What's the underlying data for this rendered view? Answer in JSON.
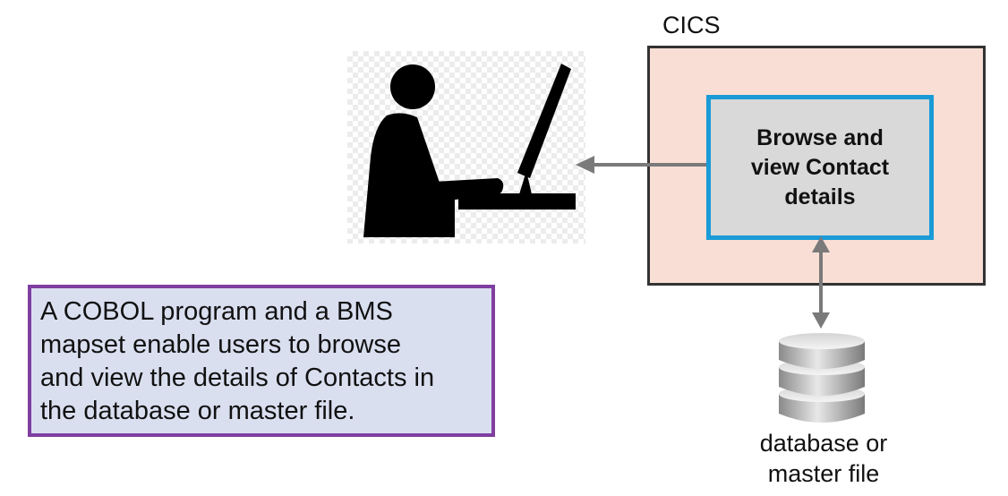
{
  "cics": {
    "label": "CICS"
  },
  "program": {
    "label_lines": [
      "Browse and",
      "view Contact",
      "details"
    ]
  },
  "note": {
    "lines": [
      "A COBOL program and a BMS",
      "mapset enable users to browse",
      "and view the details of Contacts in",
      "the database or master file."
    ]
  },
  "database": {
    "label_lines": [
      "database or",
      "master file"
    ],
    "icon": "database-icon"
  },
  "user": {
    "icon": "user-at-computer-icon"
  },
  "colors": {
    "cics_fill": "#f9ded5",
    "program_fill": "#d9d9d9",
    "program_border": "#1a9bd7",
    "note_fill": "#dadff0",
    "note_border": "#7f3fa0",
    "arrow": "#7a7a7a"
  }
}
